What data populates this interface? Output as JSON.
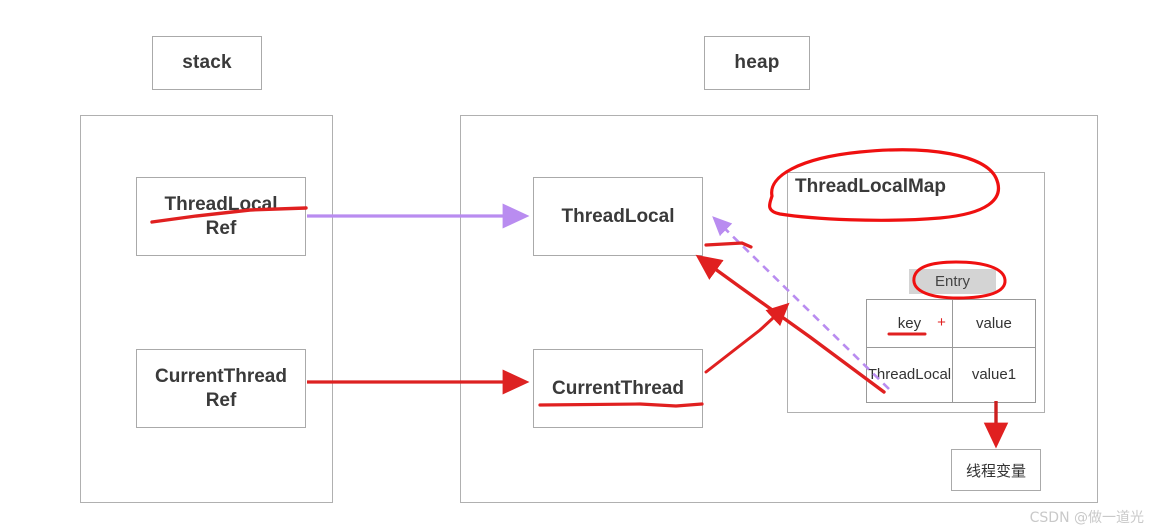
{
  "diagram": {
    "title": "ThreadLocal memory structure diagram",
    "colors": {
      "annotation_red": "#e02020",
      "reference_purple": "#b98cf0",
      "box_border": "#aaaaaa",
      "region_border": "#b0b0b0",
      "entry_chip_bg": "#d4d4d4",
      "text": "#3a3a3a"
    },
    "regions": [
      {
        "id": "stack",
        "label": "stack"
      },
      {
        "id": "heap",
        "label": "heap"
      }
    ],
    "stack_nodes": [
      {
        "id": "threadlocal-ref",
        "label_line1": "ThreadLocal",
        "label_line2": "Ref",
        "annotated": true
      },
      {
        "id": "currentthread-ref",
        "label_line1": "CurrentThread",
        "label_line2": "Ref",
        "annotated": false
      }
    ],
    "heap_nodes": [
      {
        "id": "threadlocal",
        "label": "ThreadLocal",
        "annotated": false
      },
      {
        "id": "currentthread",
        "label": "CurrentThread",
        "annotated": true
      }
    ],
    "map": {
      "title": "ThreadLocalMap",
      "title_circled": true,
      "entry_chip": "Entry",
      "entry_chip_circled": true,
      "table": {
        "headers": [
          "key",
          "value"
        ],
        "header_separator": "+",
        "key_underlined": true,
        "rows": [
          [
            "ThreadLocal",
            "value1"
          ]
        ]
      }
    },
    "variable_box": {
      "id": "thread-variable",
      "label": "线程变量"
    },
    "connectors": [
      {
        "id": "ref-to-threadlocal",
        "from": "threadlocal-ref",
        "to": "threadlocal",
        "style": "solid",
        "color": "purple"
      },
      {
        "id": "ref-to-currentthread",
        "from": "currentthread-ref",
        "to": "currentthread",
        "style": "solid",
        "color": "red"
      },
      {
        "id": "entrykey-to-threadlocal-weak",
        "from": "entry-key",
        "to": "threadlocal",
        "style": "dashed",
        "color": "purple"
      },
      {
        "id": "entrykey-to-threadlocal-annotation",
        "from": "entry-key",
        "to": "threadlocal",
        "style": "solid",
        "color": "red"
      },
      {
        "id": "currentthread-to-map",
        "from": "currentthread",
        "to": "threadlocalmap",
        "style": "solid",
        "color": "red"
      },
      {
        "id": "value1-to-variable",
        "from": "value1",
        "to": "thread-variable",
        "style": "solid",
        "color": "red"
      }
    ],
    "watermark": "CSDN @做一道光"
  }
}
